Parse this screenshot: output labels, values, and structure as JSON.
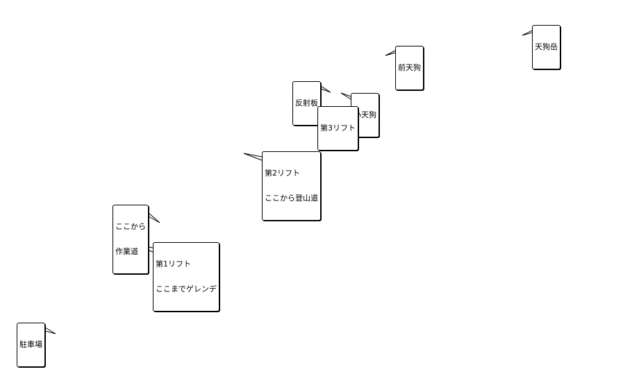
{
  "map": {
    "labels": [
      {
        "id": "tengudake",
        "lines": [
          "天狗岳"
        ]
      },
      {
        "id": "mae-tengu",
        "lines": [
          "前天狗"
        ]
      },
      {
        "id": "hanshaban",
        "lines": [
          "反射板"
        ]
      },
      {
        "id": "ko-tengu",
        "lines": [
          "小天狗"
        ]
      },
      {
        "id": "lift3",
        "lines": [
          "第3リフト"
        ]
      },
      {
        "id": "lift2",
        "lines": [
          "第2リフト",
          "ここから登山道"
        ]
      },
      {
        "id": "work-road",
        "lines": [
          "ここから",
          "作業道"
        ]
      },
      {
        "id": "lift1",
        "lines": [
          "第1リフト",
          "ここまでゲレンデ"
        ]
      },
      {
        "id": "parking",
        "lines": [
          "駐車場"
        ]
      }
    ]
  }
}
